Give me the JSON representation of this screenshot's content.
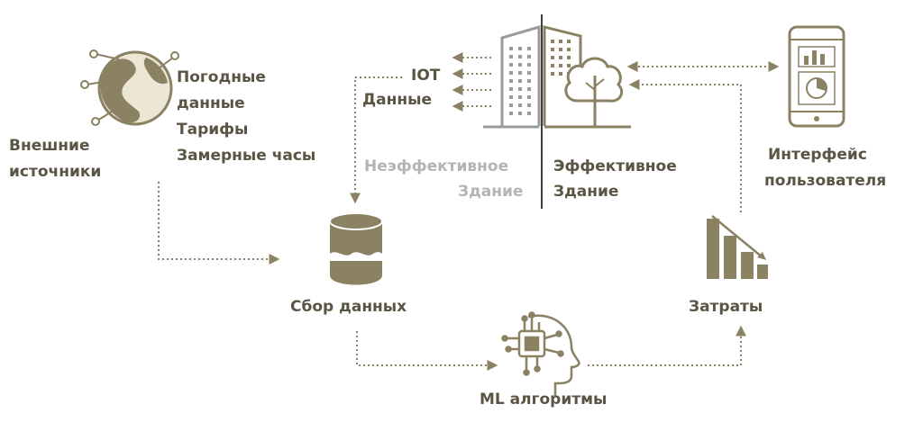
{
  "diagram": {
    "external_sources": {
      "label_line1": "Внешние",
      "label_line2": "источники",
      "items": [
        "Погодные",
        "данные",
        "Тарифы",
        "Замерные часы"
      ]
    },
    "iot": {
      "line1": "IOT",
      "line2": "Данные"
    },
    "building": {
      "inefficient_line1": "Неэффективное",
      "inefficient_line2": "Здание",
      "efficient_line1": "Эффективное",
      "efficient_line2": "Здание"
    },
    "user_interface": {
      "line1": "Интерфейс",
      "line2": "пользователя"
    },
    "data_collection": "Сбор данных",
    "costs": "Затраты",
    "ml": "ML алгоритмы",
    "colors": {
      "accent": "#8a8262",
      "dark": "#5a5444",
      "gray": "#b4b4b4",
      "building": "#9a9a9a"
    }
  }
}
